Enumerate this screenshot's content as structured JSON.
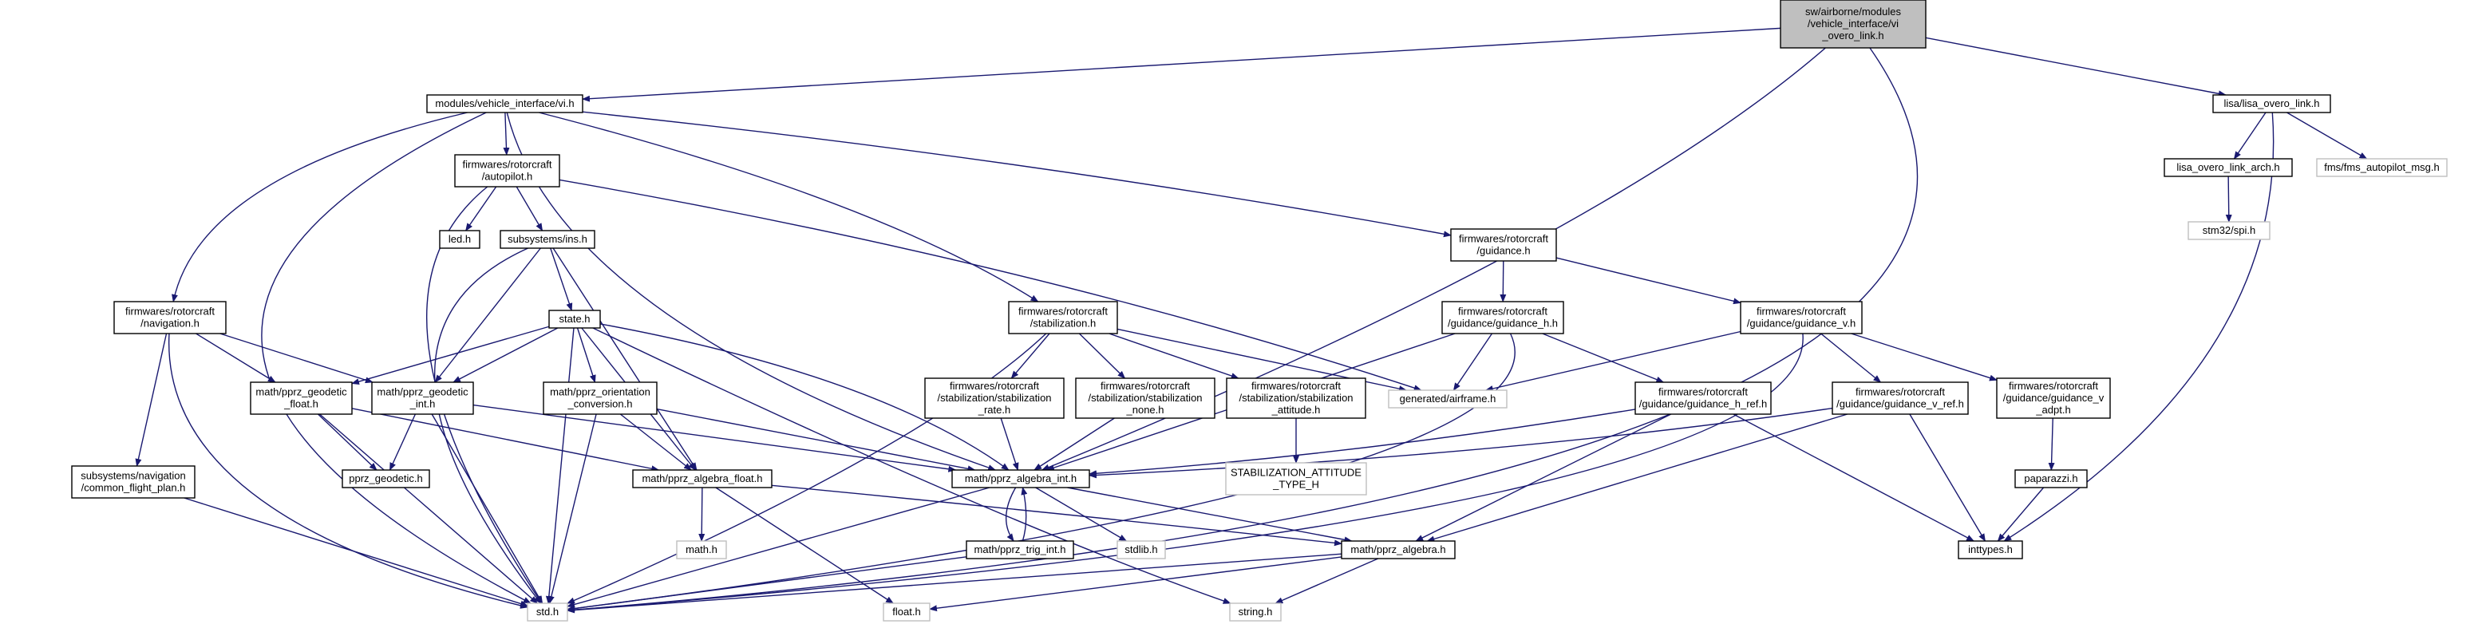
{
  "colors": {
    "edge": "#191970",
    "node_border": "#000000",
    "node_fill": "#ffffff",
    "root_fill": "#bfbfbf",
    "external_border": "#bfbfbf",
    "external_text": "#000000"
  },
  "nodes": {
    "root": {
      "lines": [
        "sw/airborne/modules",
        "/vehicle_interface/vi",
        "_overo_link.h"
      ],
      "kind": "root"
    },
    "vi_h": {
      "lines": [
        "modules/vehicle_interface/vi.h"
      ],
      "kind": "normal"
    },
    "lisa_overo_link_h": {
      "lines": [
        "lisa/lisa_overo_link.h"
      ],
      "kind": "normal"
    },
    "lisa_overo_link_arch_h": {
      "lines": [
        "lisa_overo_link_arch.h"
      ],
      "kind": "normal"
    },
    "fms_autopilot_msg_h": {
      "lines": [
        "fms/fms_autopilot_msg.h"
      ],
      "kind": "external"
    },
    "stm32_spi_h": {
      "lines": [
        "stm32/spi.h"
      ],
      "kind": "external"
    },
    "autopilot_h": {
      "lines": [
        "firmwares/rotorcraft",
        "/autopilot.h"
      ],
      "kind": "normal"
    },
    "led_h": {
      "lines": [
        "led.h"
      ],
      "kind": "normal"
    },
    "ins_h": {
      "lines": [
        "subsystems/ins.h"
      ],
      "kind": "normal"
    },
    "state_h": {
      "lines": [
        "state.h"
      ],
      "kind": "normal"
    },
    "navigation_h": {
      "lines": [
        "firmwares/rotorcraft",
        "/navigation.h"
      ],
      "kind": "normal"
    },
    "geodetic_float_h": {
      "lines": [
        "math/pprz_geodetic",
        "_float.h"
      ],
      "kind": "normal"
    },
    "geodetic_int_h": {
      "lines": [
        "math/pprz_geodetic",
        "_int.h"
      ],
      "kind": "normal"
    },
    "orientation_conversion_h": {
      "lines": [
        "math/pprz_orientation",
        "_conversion.h"
      ],
      "kind": "normal"
    },
    "pprz_geodetic_h": {
      "lines": [
        "pprz_geodetic.h"
      ],
      "kind": "normal"
    },
    "common_flight_plan_h": {
      "lines": [
        "subsystems/navigation",
        "/common_flight_plan.h"
      ],
      "kind": "normal"
    },
    "algebra_float_h": {
      "lines": [
        "math/pprz_algebra_float.h"
      ],
      "kind": "normal"
    },
    "math_h": {
      "lines": [
        "math.h"
      ],
      "kind": "external"
    },
    "std_h": {
      "lines": [
        "std.h"
      ],
      "kind": "external"
    },
    "float_h": {
      "lines": [
        "float.h"
      ],
      "kind": "external"
    },
    "stabilization_h": {
      "lines": [
        "firmwares/rotorcraft",
        "/stabilization.h"
      ],
      "kind": "normal"
    },
    "stab_rate_h": {
      "lines": [
        "firmwares/rotorcraft",
        "/stabilization/stabilization",
        "_rate.h"
      ],
      "kind": "normal"
    },
    "stab_none_h": {
      "lines": [
        "firmwares/rotorcraft",
        "/stabilization/stabilization",
        "_none.h"
      ],
      "kind": "normal"
    },
    "stab_attitude_h": {
      "lines": [
        "firmwares/rotorcraft",
        "/stabilization/stabilization",
        "_attitude.h"
      ],
      "kind": "normal"
    },
    "stab_attitude_type_h": {
      "lines": [
        "STABILIZATION_ATTITUDE",
        "_TYPE_H"
      ],
      "kind": "external"
    },
    "algebra_int_h": {
      "lines": [
        "math/pprz_algebra_int.h"
      ],
      "kind": "normal"
    },
    "trig_int_h": {
      "lines": [
        "math/pprz_trig_int.h"
      ],
      "kind": "normal"
    },
    "stdlib_h": {
      "lines": [
        "stdlib.h"
      ],
      "kind": "external"
    },
    "algebra_h": {
      "lines": [
        "math/pprz_algebra.h"
      ],
      "kind": "normal"
    },
    "string_h": {
      "lines": [
        "string.h"
      ],
      "kind": "external"
    },
    "generated_airframe_h": {
      "lines": [
        "generated/airframe.h"
      ],
      "kind": "external"
    },
    "guidance_h": {
      "lines": [
        "firmwares/rotorcraft",
        "/guidance.h"
      ],
      "kind": "normal"
    },
    "guidance_h_h": {
      "lines": [
        "firmwares/rotorcraft",
        "/guidance/guidance_h.h"
      ],
      "kind": "normal"
    },
    "guidance_v_h": {
      "lines": [
        "firmwares/rotorcraft",
        "/guidance/guidance_v.h"
      ],
      "kind": "normal"
    },
    "guidance_h_ref_h": {
      "lines": [
        "firmwares/rotorcraft",
        "/guidance/guidance_h_ref.h"
      ],
      "kind": "normal"
    },
    "guidance_v_ref_h": {
      "lines": [
        "firmwares/rotorcraft",
        "/guidance/guidance_v_ref.h"
      ],
      "kind": "normal"
    },
    "guidance_v_adpt_h": {
      "lines": [
        "firmwares/rotorcraft",
        "/guidance/guidance_v",
        "_adpt.h"
      ],
      "kind": "normal"
    },
    "paparazzi_h": {
      "lines": [
        "paparazzi.h"
      ],
      "kind": "normal"
    },
    "inttypes_h": {
      "lines": [
        "inttypes.h"
      ],
      "kind": "normal"
    }
  },
  "edges": [
    {
      "from": "root",
      "to": "vi_h"
    },
    {
      "from": "root",
      "to": "lisa_overo_link_h"
    },
    {
      "from": "root",
      "to": "algebra_int_h"
    },
    {
      "from": "root",
      "to": "std_h"
    },
    {
      "from": "lisa_overo_link_h",
      "to": "lisa_overo_link_arch_h"
    },
    {
      "from": "lisa_overo_link_h",
      "to": "fms_autopilot_msg_h"
    },
    {
      "from": "lisa_overo_link_h",
      "to": "inttypes_h"
    },
    {
      "from": "lisa_overo_link_arch_h",
      "to": "stm32_spi_h"
    },
    {
      "from": "vi_h",
      "to": "std_h"
    },
    {
      "from": "vi_h",
      "to": "navigation_h"
    },
    {
      "from": "vi_h",
      "to": "autopilot_h"
    },
    {
      "from": "vi_h",
      "to": "algebra_int_h"
    },
    {
      "from": "vi_h",
      "to": "stabilization_h"
    },
    {
      "from": "vi_h",
      "to": "guidance_h"
    },
    {
      "from": "autopilot_h",
      "to": "led_h"
    },
    {
      "from": "autopilot_h",
      "to": "ins_h"
    },
    {
      "from": "autopilot_h",
      "to": "std_h"
    },
    {
      "from": "autopilot_h",
      "to": "generated_airframe_h"
    },
    {
      "from": "ins_h",
      "to": "state_h"
    },
    {
      "from": "ins_h",
      "to": "geodetic_int_h"
    },
    {
      "from": "ins_h",
      "to": "algebra_float_h"
    },
    {
      "from": "ins_h",
      "to": "std_h"
    },
    {
      "from": "state_h",
      "to": "geodetic_float_h"
    },
    {
      "from": "state_h",
      "to": "geodetic_int_h"
    },
    {
      "from": "state_h",
      "to": "orientation_conversion_h"
    },
    {
      "from": "state_h",
      "to": "algebra_float_h"
    },
    {
      "from": "state_h",
      "to": "algebra_int_h"
    },
    {
      "from": "state_h",
      "to": "std_h"
    },
    {
      "from": "state_h",
      "to": "string_h"
    },
    {
      "from": "navigation_h",
      "to": "geodetic_float_h"
    },
    {
      "from": "navigation_h",
      "to": "geodetic_int_h"
    },
    {
      "from": "navigation_h",
      "to": "common_flight_plan_h"
    },
    {
      "from": "navigation_h",
      "to": "std_h"
    },
    {
      "from": "geodetic_float_h",
      "to": "pprz_geodetic_h"
    },
    {
      "from": "geodetic_float_h",
      "to": "algebra_float_h"
    },
    {
      "from": "geodetic_float_h",
      "to": "std_h"
    },
    {
      "from": "geodetic_int_h",
      "to": "pprz_geodetic_h"
    },
    {
      "from": "geodetic_int_h",
      "to": "algebra_int_h"
    },
    {
      "from": "geodetic_int_h",
      "to": "std_h"
    },
    {
      "from": "orientation_conversion_h",
      "to": "algebra_float_h"
    },
    {
      "from": "orientation_conversion_h",
      "to": "algebra_int_h"
    },
    {
      "from": "orientation_conversion_h",
      "to": "std_h"
    },
    {
      "from": "common_flight_plan_h",
      "to": "std_h"
    },
    {
      "from": "algebra_float_h",
      "to": "math_h"
    },
    {
      "from": "algebra_float_h",
      "to": "float_h"
    },
    {
      "from": "algebra_float_h",
      "to": "algebra_h"
    },
    {
      "from": "stabilization_h",
      "to": "std_h"
    },
    {
      "from": "stabilization_h",
      "to": "stab_rate_h"
    },
    {
      "from": "stabilization_h",
      "to": "stab_none_h"
    },
    {
      "from": "stabilization_h",
      "to": "stab_attitude_h"
    },
    {
      "from": "stabilization_h",
      "to": "generated_airframe_h"
    },
    {
      "from": "stab_rate_h",
      "to": "algebra_int_h"
    },
    {
      "from": "stab_none_h",
      "to": "algebra_int_h"
    },
    {
      "from": "stab_attitude_h",
      "to": "stab_attitude_type_h"
    },
    {
      "from": "algebra_int_h",
      "to": "trig_int_h"
    },
    {
      "from": "algebra_int_h",
      "to": "stdlib_h"
    },
    {
      "from": "algebra_int_h",
      "to": "algebra_h"
    },
    {
      "from": "algebra_int_h",
      "to": "std_h"
    },
    {
      "from": "trig_int_h",
      "to": "algebra_int_h"
    },
    {
      "from": "trig_int_h",
      "to": "std_h"
    },
    {
      "from": "algebra_h",
      "to": "std_h"
    },
    {
      "from": "algebra_h",
      "to": "float_h"
    },
    {
      "from": "algebra_h",
      "to": "string_h"
    },
    {
      "from": "guidance_h",
      "to": "guidance_h_h"
    },
    {
      "from": "guidance_h",
      "to": "guidance_v_h"
    },
    {
      "from": "guidance_h_h",
      "to": "generated_airframe_h"
    },
    {
      "from": "guidance_h_h",
      "to": "algebra_int_h"
    },
    {
      "from": "guidance_h_h",
      "to": "guidance_h_ref_h"
    },
    {
      "from": "guidance_h_h",
      "to": "std_h"
    },
    {
      "from": "guidance_h_ref_h",
      "to": "algebra_int_h"
    },
    {
      "from": "guidance_h_ref_h",
      "to": "algebra_h"
    },
    {
      "from": "guidance_h_ref_h",
      "to": "inttypes_h"
    },
    {
      "from": "guidance_v_h",
      "to": "generated_airframe_h"
    },
    {
      "from": "guidance_v_h",
      "to": "guidance_v_ref_h"
    },
    {
      "from": "guidance_v_h",
      "to": "guidance_v_adpt_h"
    },
    {
      "from": "guidance_v_h",
      "to": "std_h"
    },
    {
      "from": "guidance_v_ref_h",
      "to": "algebra_h"
    },
    {
      "from": "guidance_v_ref_h",
      "to": "algebra_int_h"
    },
    {
      "from": "guidance_v_ref_h",
      "to": "inttypes_h"
    },
    {
      "from": "guidance_v_adpt_h",
      "to": "paparazzi_h"
    },
    {
      "from": "paparazzi_h",
      "to": "inttypes_h"
    }
  ]
}
